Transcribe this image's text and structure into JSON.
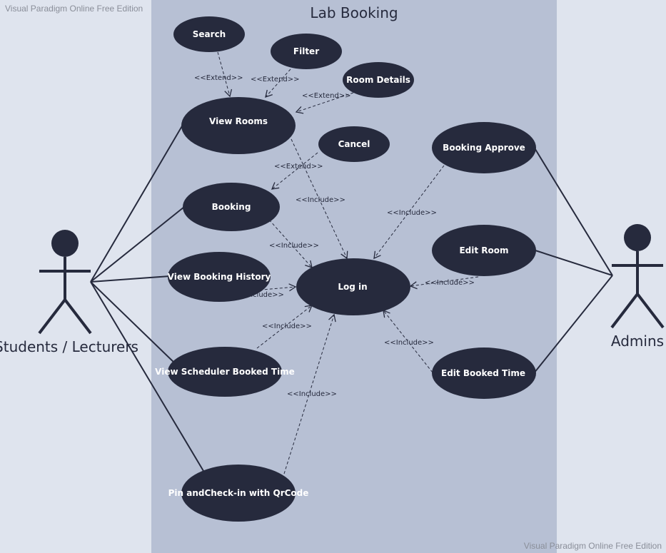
{
  "watermark": "Visual Paradigm Online Free Edition",
  "system": {
    "title": "Lab Booking"
  },
  "actors": {
    "students": "Students / Lecturers",
    "admins": "Admins"
  },
  "use_cases": {
    "search": "Search",
    "filter": "Filter",
    "room_details": "Room Details",
    "view_rooms": "View Rooms",
    "cancel": "Cancel",
    "booking": "Booking",
    "view_booking_history": "View Booking History",
    "view_scheduler": "View Scheduler Booked Time",
    "pin_checkin": "Pin andCheck-in with QrCode",
    "login": "Log in",
    "booking_approve": "Booking Approve",
    "edit_room": "Edit Room",
    "edit_booked_time": "Edit Booked Time"
  },
  "relations": {
    "extend": "<<Extend>>",
    "include": "<<Include>>"
  },
  "colors": {
    "usecase_fill": "#262a3d",
    "boundary_fill": "#b7c0d4",
    "background": "#dfe4ee"
  }
}
